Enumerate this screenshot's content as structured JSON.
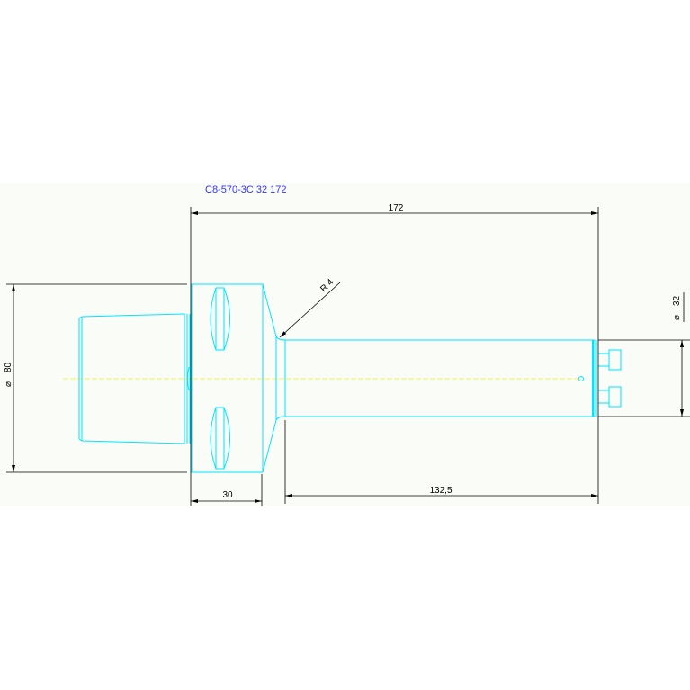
{
  "drawing": {
    "title": "C8-570-3C 32 172",
    "dimensions": {
      "overall_length": "172",
      "flange_diameter_symbol": "⌀",
      "flange_diameter": "80",
      "shank_diameter_symbol": "⌀",
      "shank_diameter": "32",
      "flange_width": "30",
      "shank_length": "132,5",
      "radius": "R 4"
    },
    "colors": {
      "part": "#00e5ff",
      "dimension": "#000000",
      "centerline": "#ffff66",
      "title": "#3333ff",
      "sheet": "#fafcf7"
    }
  }
}
